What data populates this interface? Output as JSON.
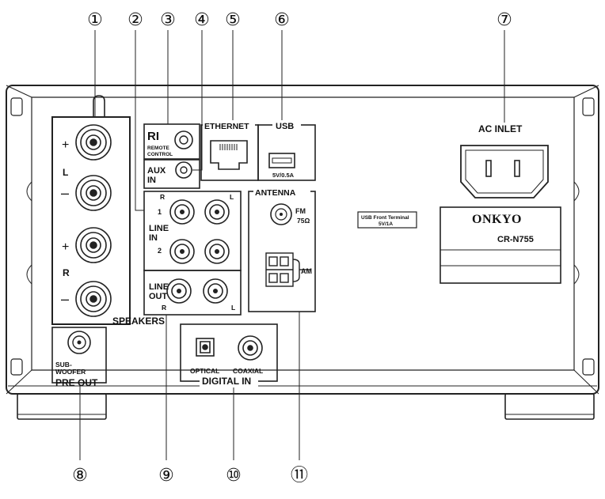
{
  "callouts": {
    "top": [
      "①",
      "②",
      "③",
      "④",
      "⑤",
      "⑥",
      "⑦"
    ],
    "bottom": [
      "⑧",
      "⑨",
      "⑩",
      "⑪"
    ]
  },
  "labels": {
    "ri_logo": "RI",
    "remote_control_1": "REMOTE",
    "remote_control_2": "CONTROL",
    "aux_1": "AUX",
    "aux_2": "IN",
    "ethernet": "ETHERNET",
    "usb": "USB",
    "usb_rating": "5V/0.5A",
    "ac_inlet": "AC INLET",
    "antenna": "ANTENNA",
    "fm": "FM",
    "fm_ohm": "75Ω",
    "am": "AM",
    "usb_front_1": "USB Front Terminal",
    "usb_front_2": "5V/1A",
    "brand": "ONKYO",
    "model": "CR-N755",
    "plus": "+",
    "minus": "–",
    "left": "L",
    "right": "R",
    "speakers": "SPEAKERS",
    "line_in_1": "LINE",
    "line_in_2": "IN",
    "line_out_1": "LINE",
    "line_out_2": "OUT",
    "line_in_row1": "1",
    "line_in_row2": "2",
    "sub_1": "SUB-",
    "sub_2": "WOOFER",
    "pre_out": "PRE OUT",
    "optical": "OPTICAL",
    "coaxial": "COAXIAL",
    "digital_in": "DIGITAL IN"
  }
}
